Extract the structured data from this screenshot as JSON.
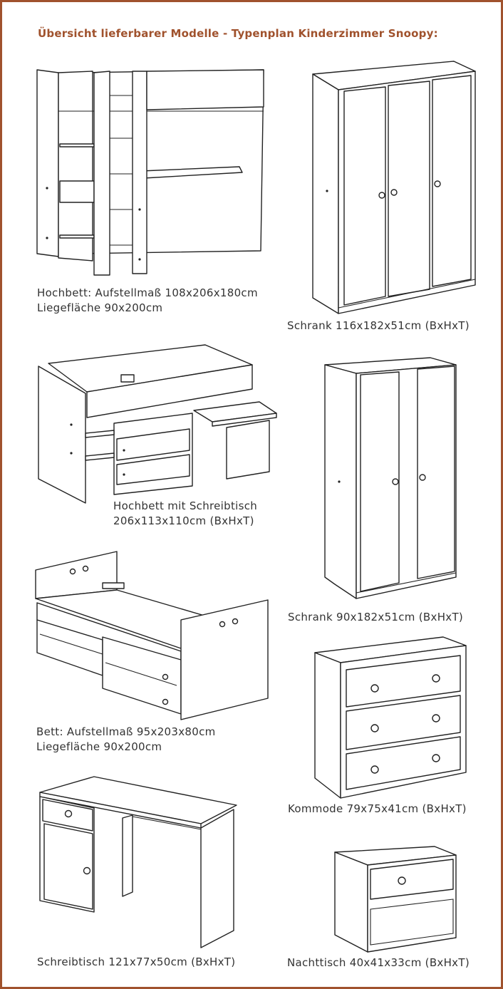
{
  "title": "Übersicht lieferbarer Modelle - Typenplan Kinderzimmer Snoopy:",
  "colors": {
    "title": "#a0522d",
    "border": "#a0522d",
    "text": "#333333",
    "lines": "#222222"
  },
  "models": {
    "hochbett": {
      "line1": "Hochbett:  Aufstellmaß 108x206x180cm",
      "line2": "Liegefläche 90x200cm",
      "illustration": "loft-bed-drawing"
    },
    "schrank3": {
      "line1": "Schrank 116x182x51cm (BxHxT)",
      "illustration": "three-door-wardrobe-drawing"
    },
    "hochbett_schreibtisch": {
      "line1": "Hochbett mit Schreibtisch",
      "line2": "206x113x110cm (BxHxT)",
      "illustration": "cabin-bed-with-desk-drawing"
    },
    "schrank2": {
      "line1": "Schrank 90x182x51cm (BxHxT)",
      "illustration": "two-door-wardrobe-drawing"
    },
    "bett": {
      "line1": "Bett:  Aufstellmaß 95x203x80cm",
      "line2": "Liegefläche 90x200cm",
      "illustration": "bed-with-drawers-drawing"
    },
    "kommode": {
      "line1": "Kommode 79x75x41cm (BxHxT)",
      "illustration": "chest-of-drawers-drawing"
    },
    "schreibtisch": {
      "line1": "Schreibtisch 121x77x50cm (BxHxT)",
      "illustration": "desk-drawing"
    },
    "nachttisch": {
      "line1": "Nachttisch 40x41x33cm (BxHxT)",
      "illustration": "nightstand-drawing"
    }
  }
}
